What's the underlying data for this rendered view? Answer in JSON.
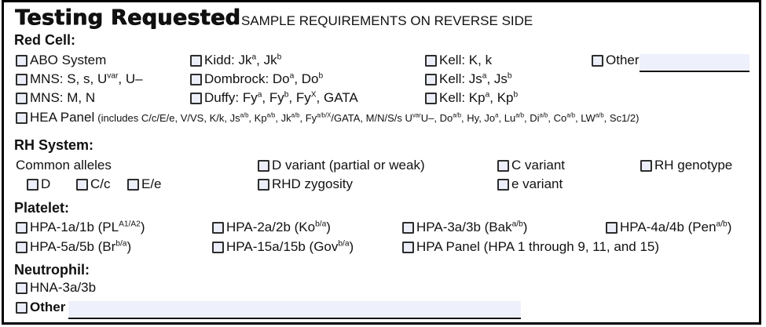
{
  "header": {
    "title": "Testing Requested",
    "subtitle": "SAMPLE REQUIREMENTS ON REVERSE SIDE"
  },
  "sections": {
    "red_cell": {
      "heading": "Red Cell:",
      "items": [
        "ABO System",
        "MNS: S, s, U^{var}, U–",
        "MNS: M, N",
        "Kidd: Jk^{a}, Jk^{b}",
        "Dombrock: Do^{a}, Do^{b}",
        "Duffy: Fy^{a}, Fy^{b}, Fy^{X}, GATA",
        "Kell: K, k",
        "Kell: Js^{a}, Js^{b}",
        "Kell: Kp^{a}, Kp^{b}"
      ],
      "other_label": "Other",
      "other_value": "",
      "hea_label": "HEA Panel",
      "hea_details": "(includes C/c/E/e, V/VS, K/k, Js^{a/b}, Kp^{a/b}, Jk^{a/b}, Fy^{a/b/X}/GATA, M/N/S/s U^{var}U–, Do^{a/b}, Hy, Jo^{a}, Lu^{a/b}, Di^{a/b}, Co^{a/b}, LW^{a/b}, Sc1/2)"
    },
    "rh": {
      "heading": "RH System:",
      "common_label": "Common alleles",
      "items": [
        "D",
        "C/c",
        "E/e",
        "D variant (partial or weak)",
        "RHD zygosity",
        "C variant",
        "e variant",
        "RH genotype"
      ]
    },
    "platelet": {
      "heading": "Platelet:",
      "items": [
        "HPA-1a/1b (PL^{A1/A2})",
        "HPA-5a/5b (Br^{b/a})",
        "HPA-2a/2b (Ko^{b/a})",
        "HPA-15a/15b (Gov^{b/a})",
        "HPA-3a/3b (Bak^{a/b})",
        "HPA Panel (HPA 1 through 9, 11, and 15)",
        "HPA-4a/4b (Pen^{a/b})"
      ]
    },
    "neutrophil": {
      "heading": "Neutrophil:",
      "items": [
        "HNA-3a/3b"
      ],
      "other_label": "Other",
      "other_value": ""
    }
  },
  "colors": {
    "field_fill": "#EEF1FC",
    "checkbox_fill": "#ECEFFA",
    "border": "#000000",
    "text": "#111111"
  }
}
